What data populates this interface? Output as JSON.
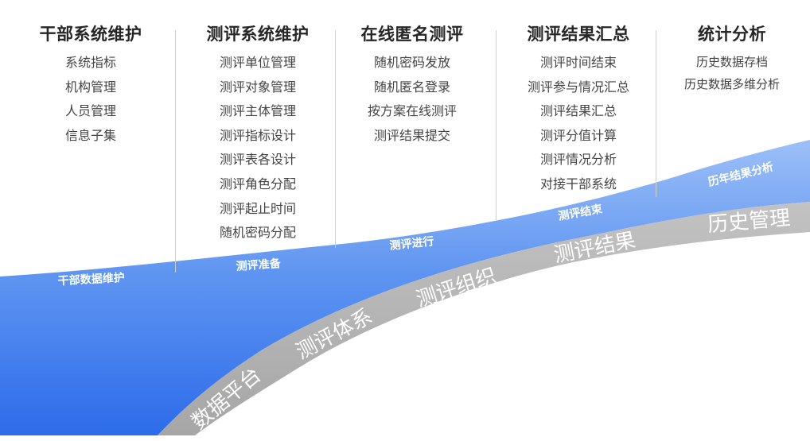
{
  "columns": [
    {
      "title": "干部系统维护",
      "items": [
        "系统指标",
        "机构管理",
        "人员管理",
        "信息子集"
      ]
    },
    {
      "title": "测评系统维护",
      "items": [
        "测评单位管理",
        "测评对象管理",
        "测评主体管理",
        "测评指标设计",
        "测评表各设计",
        "测评角色分配",
        "测评起止时间",
        "随机密码分配"
      ]
    },
    {
      "title": "在线匿名测评",
      "items": [
        "随机密码发放",
        "随机匿名登录",
        "按方案在线测评",
        "测评结果提交"
      ]
    },
    {
      "title": "测评结果汇总",
      "items": [
        "测评时间结束",
        "测评参与情况汇总",
        "测评结果汇总",
        "测评分值计算",
        "测评情况分析",
        "对接干部系统"
      ]
    },
    {
      "title": "统计分析",
      "items": [
        "历史数据存档",
        "历史数据多维分析"
      ]
    }
  ],
  "blue_band_labels": [
    "干部数据维护",
    "测评准备",
    "测评进行",
    "测评结束",
    "历年结果分析"
  ],
  "gray_band_labels": [
    "数据平台",
    "测评体系",
    "测评组织",
    "测评结果",
    "历史管理"
  ],
  "colors": {
    "blue_band_top": "#8fb6f5",
    "blue_band_bottom": "#2f6fea",
    "gray_band": "#b3b3b3",
    "band_text": "#ffffff"
  }
}
